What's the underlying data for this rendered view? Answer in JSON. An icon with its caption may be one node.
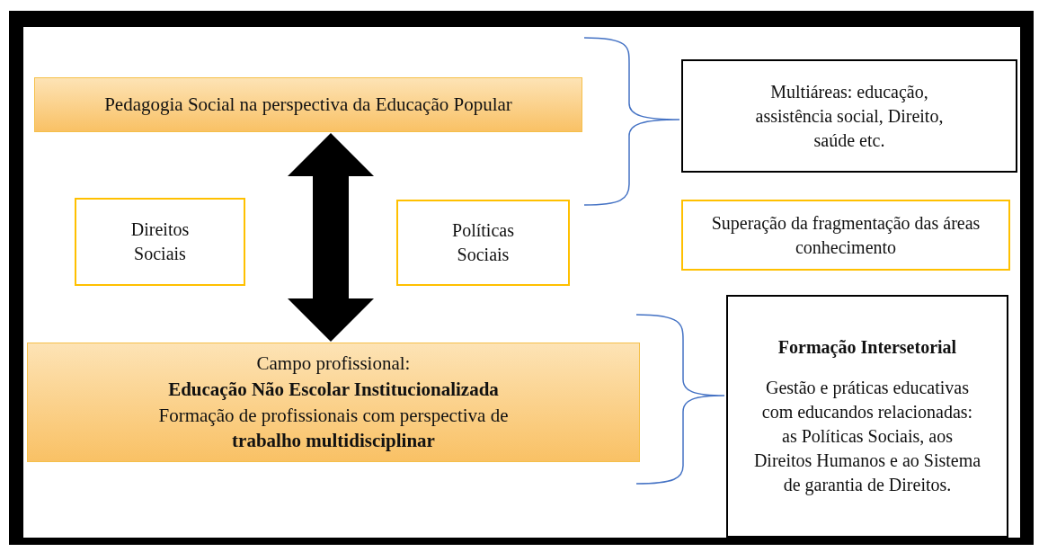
{
  "diagram": {
    "nodes": [
      {
        "text": [
          "Pedagogia Social na perspectiva da Educação Popular"
        ]
      },
      {
        "text": [
          "Multiáreas: educação, assistência social, Direito, saúde etc."
        ]
      },
      {
        "text": [
          "Direitos Sociais"
        ]
      },
      {
        "text": [
          "Políticas Sociais"
        ]
      },
      {
        "text": [
          "Superação da fragmentação das áreas conhecimento"
        ]
      },
      {
        "text": [
          "Campo profissional: **Educação Não Escolar Institucionalizada** Formação de profissionais com perspectiva de **trabalho multidisciplinar**"
        ]
      },
      {
        "text": [
          "Formação Intersetorial",
          "Gestão e práticas educativas com educandos relacionadas: as Políticas Sociais, aos Direitos Humanos e ao Sistema de garantia de Direitos."
        ]
      }
    ],
    "edges": [
      {
        "from": 0,
        "to": 5,
        "arrow": "both"
      }
    ]
  }
}
